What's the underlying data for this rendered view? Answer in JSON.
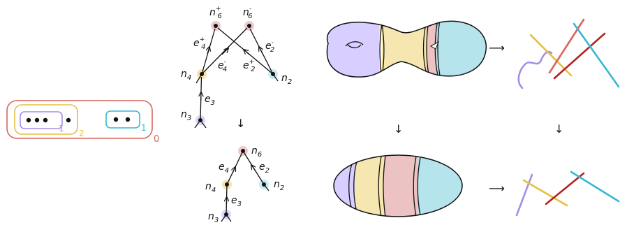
{
  "colors": {
    "red": "#d9655f",
    "yellow": "#e6bf3e",
    "purple": "#a58ee6",
    "cyan": "#35b8d1",
    "darkred": "#b2231f",
    "pink_fill": "#ecc3c2",
    "yellow_fill": "#f6e6b0",
    "purple_fill": "#d8ceff",
    "cyan_fill": "#b6e4ec",
    "dot_pink": "#f0c9cb",
    "dot_yellow": "#f8e4ad",
    "dot_purple": "#ddd5fa",
    "dot_cyan": "#c6ebf2"
  },
  "nesting": {
    "outer_label": "0",
    "middle_label": "2",
    "inner_left_label": "1",
    "inner_right_label": "1"
  },
  "tree_top": {
    "nodes": {
      "n6_plus": {
        "base": "n",
        "sup": "+",
        "sub": "6"
      },
      "n6_minus": {
        "base": "n",
        "sup": "-",
        "sub": "6"
      },
      "n4": {
        "base": "n",
        "sub": "4"
      },
      "n2": {
        "base": "n",
        "sub": "2"
      },
      "n3": {
        "base": "n",
        "sub": "3"
      }
    },
    "edges": {
      "e4_plus": {
        "base": "e",
        "sup": "+",
        "sub": "4"
      },
      "e2_minus": {
        "base": "e",
        "sup": "-",
        "sub": "2"
      },
      "e4_minus": {
        "base": "e",
        "sup": "-",
        "sub": "4"
      },
      "e2_plus": {
        "base": "e",
        "sup": "+",
        "sub": "2"
      },
      "e3": {
        "base": "e",
        "sub": "3"
      }
    }
  },
  "tree_bottom": {
    "nodes": {
      "n6": {
        "base": "n",
        "sub": "6"
      },
      "n4": {
        "base": "n",
        "sub": "4"
      },
      "n2": {
        "base": "n",
        "sub": "2"
      },
      "n3": {
        "base": "n",
        "sub": "3"
      }
    },
    "edges": {
      "e4": {
        "base": "e",
        "sub": "4"
      },
      "e2": {
        "base": "e",
        "sub": "2"
      },
      "e3": {
        "base": "e",
        "sub": "3"
      }
    }
  },
  "arrows": {
    "right": "⟶",
    "down": "↓"
  }
}
